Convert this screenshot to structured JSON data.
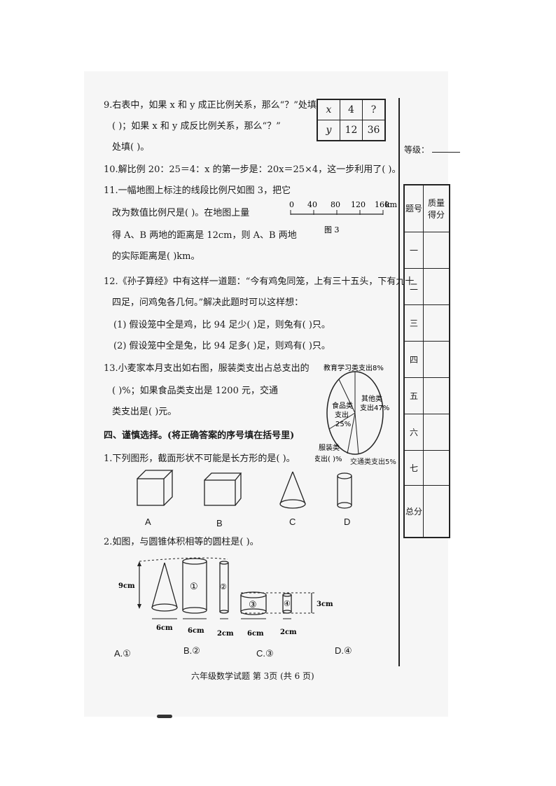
{
  "q9": {
    "line1": "9.右表中，如果 x 和 y 成正比例关系，那么“？”处填",
    "line2": "(        )；如果 x 和 y 成反比例关系，那么“？”",
    "line3": "处填(       )。",
    "table": {
      "row1": [
        "x",
        "4",
        "?"
      ],
      "row2": [
        "y",
        "12",
        "36"
      ]
    }
  },
  "q10": {
    "text": "10.解比例 20：25＝4：x 的第一步是：20x＝25×4，这一步利用了(        )。"
  },
  "q11": {
    "line1": "11.一幅地图上标注的线段比例尺如图 3，把它",
    "line2": "改为数值比例尺是(          )。在地图上量",
    "line3": "得 A、B 两地的距离是 12cm，则 A、B 两地",
    "line4": "的实际距离是(       )km。",
    "scale_ticks": [
      "0",
      "40",
      "80",
      "120",
      "160"
    ],
    "scale_unit": "km",
    "figure_label": "图 3"
  },
  "q12": {
    "line1": "12.《孙子算经》中有这样一道题：“今有鸡兔同笼，上有三十五头，下有九十",
    "line2": "四足，问鸡兔各几何。”解决此题时可以这样想：",
    "line3": "(1) 假设笼中全是鸡，比 94 足少(          )足，则兔有(          )只。",
    "line4": "(2) 假设笼中全是兔，比 94 足多(          )足，则鸡有(          )只。"
  },
  "q13": {
    "line1": "13.小麦家本月支出如右图，服装类支出占总支出的",
    "line2": "(          )%；如果食品类支出是 1200 元，交通",
    "line3": "类支出是(         )元。",
    "pie": {
      "label_edu": "教育学习类支出8%",
      "label_other_1": "其他类",
      "label_other_2": "支出47%",
      "label_food_1": "食品类",
      "label_food_2": "支出",
      "label_food_3": "25%",
      "label_cloth_1": "服装类",
      "label_cloth_2": "支出(    )%",
      "label_transport": "交通类支出5%"
    }
  },
  "section4": {
    "title": "四、谨慎选择。(将正确答案的序号填在括号里)"
  },
  "c1": {
    "text": "1.下列图形，截面形状不可能是长方形的是(        )。",
    "options": [
      "A",
      "B",
      "C",
      "D"
    ]
  },
  "c2": {
    "text": "2.如图，与圆锥体积相等的圆柱是(        )。",
    "dim_9": "9cm",
    "dim_3": "3cm",
    "dims_bottom": [
      "6cm",
      "6cm",
      "2cm",
      "6cm",
      "2cm"
    ],
    "circled": [
      "①",
      "②",
      "③",
      "④"
    ],
    "options": [
      "A.①",
      "B.②",
      "C.③",
      "D.④"
    ]
  },
  "side": {
    "grade_label": "等级：",
    "header_1": "题号",
    "header_2_a": "质量",
    "header_2_b": "得分",
    "rows": [
      "一",
      "二",
      "三",
      "四",
      "五",
      "六",
      "七",
      "总分"
    ]
  },
  "footer": {
    "text": "六年级数学试题   第 3页    (共 6 页)"
  }
}
